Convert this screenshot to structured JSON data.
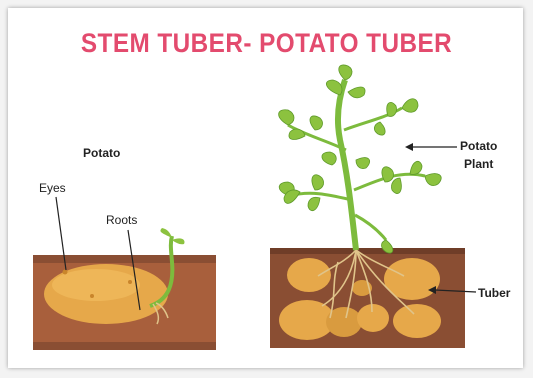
{
  "title": "STEM TUBER- POTATO TUBER",
  "labels": {
    "potato": "Potato",
    "eyes": "Eyes",
    "roots": "Roots",
    "potato_plant_line1": "Potato",
    "potato_plant_line2": "Plant",
    "tuber": "Tuber"
  },
  "colors": {
    "title": "#e34b6e",
    "soil_dark": "#8a4e33",
    "soil_light": "#b96d45",
    "potato": "#e6a84a",
    "potato_dark": "#c9852b",
    "stem": "#7dbb3d",
    "leaf": "#8cc23f",
    "leaf_dark": "#5f9a2a",
    "root": "#e0c48a"
  }
}
